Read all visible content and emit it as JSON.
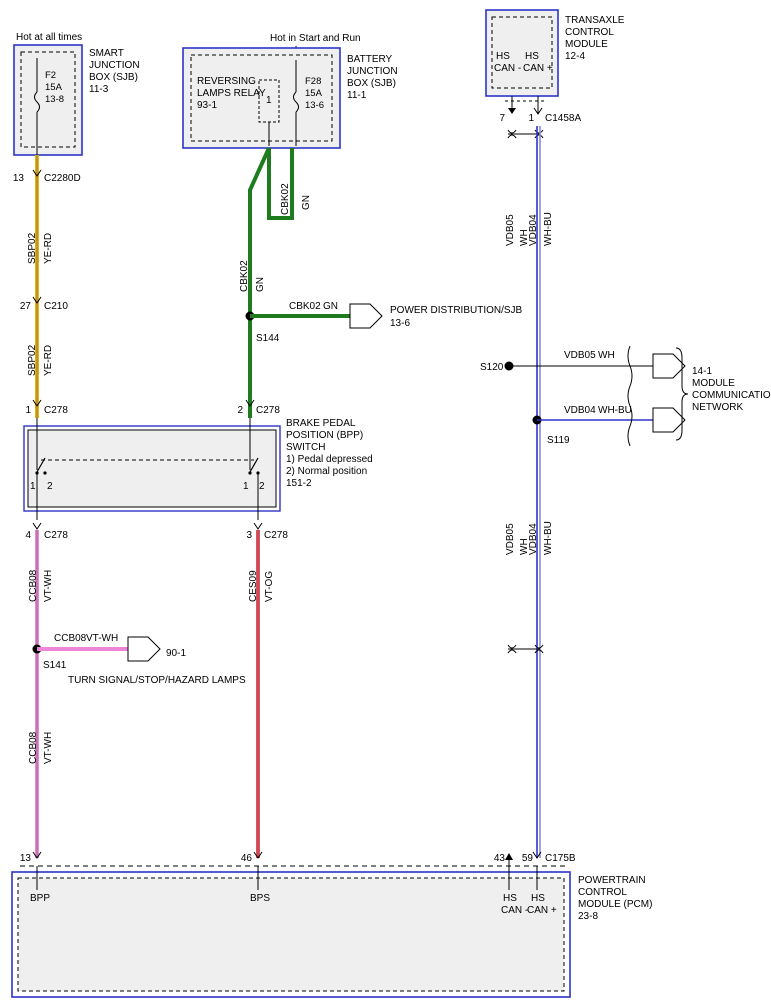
{
  "top_labels": {
    "hot_at_all_times": "Hot at all times",
    "hot_in_start_run": "Hot in Start and Run"
  },
  "sjb": {
    "lines": [
      "SMART",
      "JUNCTION",
      "BOX (SJB)",
      "11-3"
    ],
    "fuse": [
      "F2",
      "15A",
      "13-8"
    ]
  },
  "bjb": {
    "lines": [
      "BATTERY",
      "JUNCTION",
      "BOX (SJB)",
      "11-1"
    ],
    "relay_lines": [
      "REVERSING",
      "LAMPS RELAY",
      "93-1"
    ],
    "relay_pin": "1",
    "fuse": [
      "F28",
      "15A",
      "13-6"
    ]
  },
  "tcm": {
    "lines": [
      "TRANSAXLE",
      "CONTROL",
      "MODULE",
      "12-4"
    ],
    "pin_a": [
      "HS",
      "CAN -"
    ],
    "pin_b": [
      "HS",
      "CAN +"
    ]
  },
  "connectors": {
    "c2280d_pin": "13",
    "c2280d": "C2280D",
    "c210_pin": "27",
    "c210": "C210",
    "c278_pin_a": "1",
    "c278_pin_b": "2",
    "c278": "C278",
    "c278_pin_c": "4",
    "c278_pin_d": "3",
    "c1458a_pin_a": "7",
    "c1458a_pin_b": "1",
    "c1458a": "C1458A",
    "c175b_pin_a": "13",
    "c175b_pin_b": "46",
    "c175b_pin_c": "43",
    "c175b_pin_d": "59",
    "c175b": "C175B"
  },
  "wires": {
    "sbp02": "SBP02",
    "ye_rd": "YE-RD",
    "cbk02": "CBK02",
    "gn": "GN",
    "ccb08": "CCB08",
    "vt_wh": "VT-WH",
    "ces09": "CES09",
    "vt_og": "VT-OG",
    "vdb05": "VDB05",
    "wh": "WH",
    "vdb04": "VDB04",
    "wh_bu": "WH-BU"
  },
  "splices": {
    "s144": "S144",
    "s120": "S120",
    "s119": "S119",
    "s141": "S141"
  },
  "power_dist": [
    "POWER DISTRIBUTION/SJB",
    "13-6"
  ],
  "module_comm": [
    "14-1",
    "MODULE",
    "COMMUNICATIONS",
    "NETWORK"
  ],
  "turn_signal": {
    "ref": "90-1",
    "label": "TURN SIGNAL/STOP/HAZARD LAMPS"
  },
  "bpp": {
    "lines": [
      "BRAKE PEDAL",
      "POSITION (BPP)",
      "SWITCH",
      "1) Pedal depressed",
      "2) Normal position",
      "151-2"
    ],
    "contacts": [
      "1",
      "2",
      "1",
      "2"
    ]
  },
  "pcm": {
    "lines": [
      "POWERTRAIN",
      "CONTROL",
      "MODULE (PCM)",
      "23-8"
    ],
    "bpp": "BPP",
    "bps": "BPS",
    "can_minus": [
      "HS",
      "CAN -"
    ],
    "can_plus": [
      "HS",
      "CAN +"
    ]
  },
  "colors": {
    "yellow": "#E8B30E",
    "green": "#1E7B1E",
    "pink": "#EE86D8",
    "red": "#E85060",
    "blue": "#2E34C8",
    "box_fill": "#EFEFEF"
  }
}
